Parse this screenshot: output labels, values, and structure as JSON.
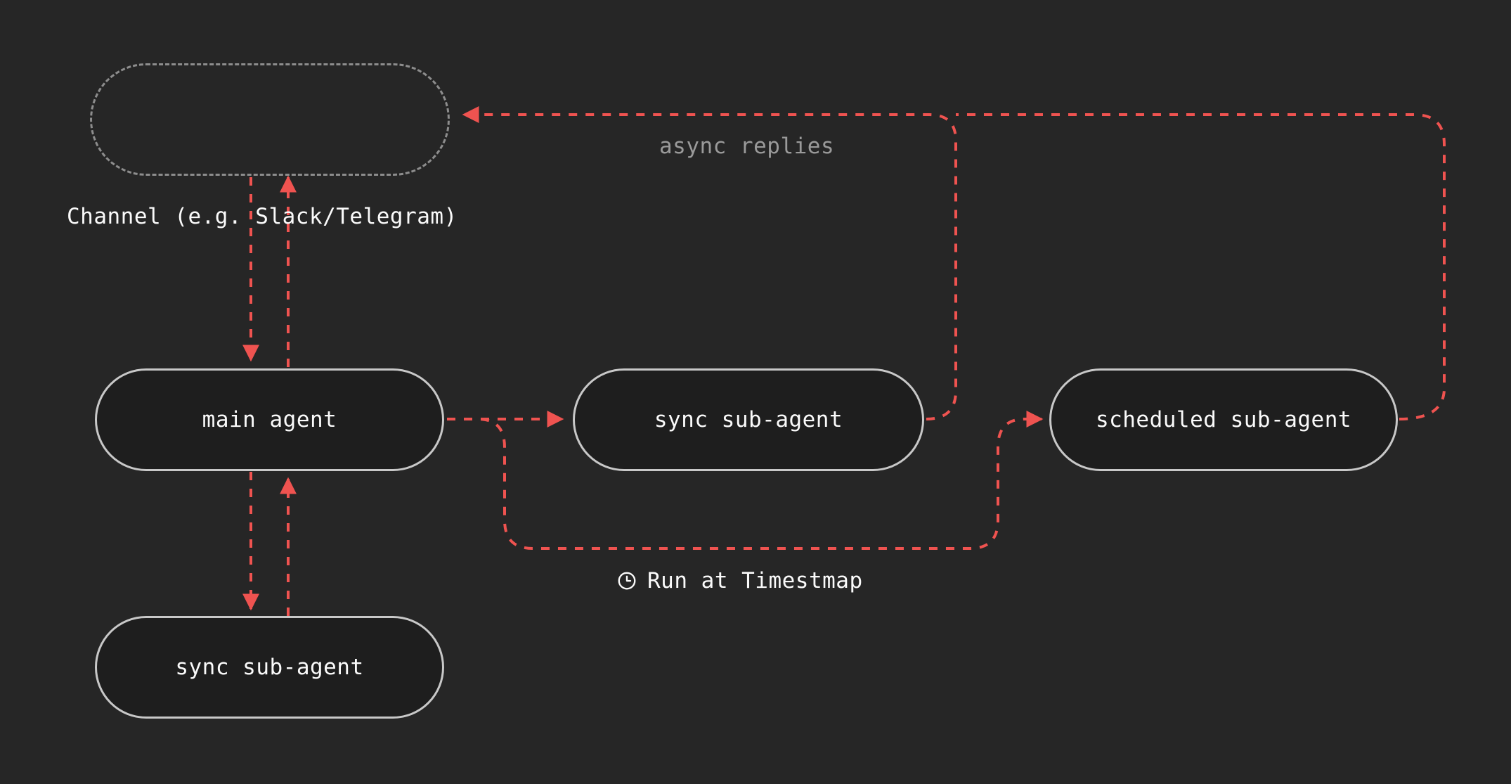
{
  "theme": {
    "background": "#262626",
    "node_fill": "#1e1e1e",
    "node_border": "#c8c8c8",
    "node_border_dashed": "#8d8d8d",
    "edge_color": "#ef5350",
    "text_color": "#fafafa",
    "muted_text_color": "#9a9a9a"
  },
  "diagram": {
    "title": "agent messaging architecture",
    "nodes": [
      {
        "id": "channel",
        "label": "",
        "style": "dashed"
      },
      {
        "id": "main-agent",
        "label": "main agent",
        "style": "solid"
      },
      {
        "id": "sync-sub-mid",
        "label": "sync sub-agent",
        "style": "solid"
      },
      {
        "id": "scheduled-sub",
        "label": "scheduled sub-agent",
        "style": "solid"
      },
      {
        "id": "sync-sub-bottom",
        "label": "sync sub-agent",
        "style": "solid"
      }
    ],
    "labels": [
      {
        "id": "channel-caption",
        "text": "Channel (e.g. Slack/Telegram)"
      },
      {
        "id": "async-replies",
        "text": "async replies"
      },
      {
        "id": "run-at-timestmap",
        "text": "Run at Timestmap",
        "icon": "clock-icon"
      }
    ],
    "edges": [
      {
        "id": "channel-to-main",
        "from": "channel",
        "to": "main-agent",
        "label": ""
      },
      {
        "id": "main-to-channel",
        "from": "main-agent",
        "to": "channel",
        "label": ""
      },
      {
        "id": "main-to-sync-bottom",
        "from": "main-agent",
        "to": "sync-sub-bottom",
        "label": ""
      },
      {
        "id": "sync-bottom-to-main",
        "from": "sync-sub-bottom",
        "to": "main-agent",
        "label": ""
      },
      {
        "id": "main-to-sync-mid",
        "from": "main-agent",
        "to": "sync-sub-mid",
        "label": ""
      },
      {
        "id": "sync-mid-to-channel",
        "from": "sync-sub-mid",
        "to": "channel",
        "label": "async replies"
      },
      {
        "id": "main-to-scheduled",
        "from": "main-agent",
        "to": "scheduled-sub",
        "label": "Run at Timestmap"
      },
      {
        "id": "scheduled-to-channel",
        "from": "scheduled-sub",
        "to": "channel",
        "label": "async replies"
      }
    ]
  }
}
